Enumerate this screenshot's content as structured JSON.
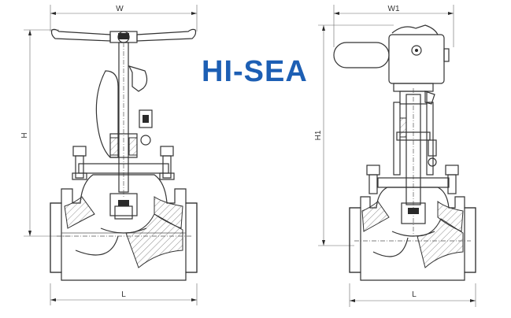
{
  "logo": {
    "text": "HI-SEA",
    "color": "#1d5fb4"
  },
  "left_drawing": {
    "dimensions": {
      "width_label": "W",
      "height_label": "H",
      "length_label": "L"
    }
  },
  "right_drawing": {
    "dimensions": {
      "width_label": "W1",
      "height_label": "H1",
      "length_label": "L"
    }
  }
}
